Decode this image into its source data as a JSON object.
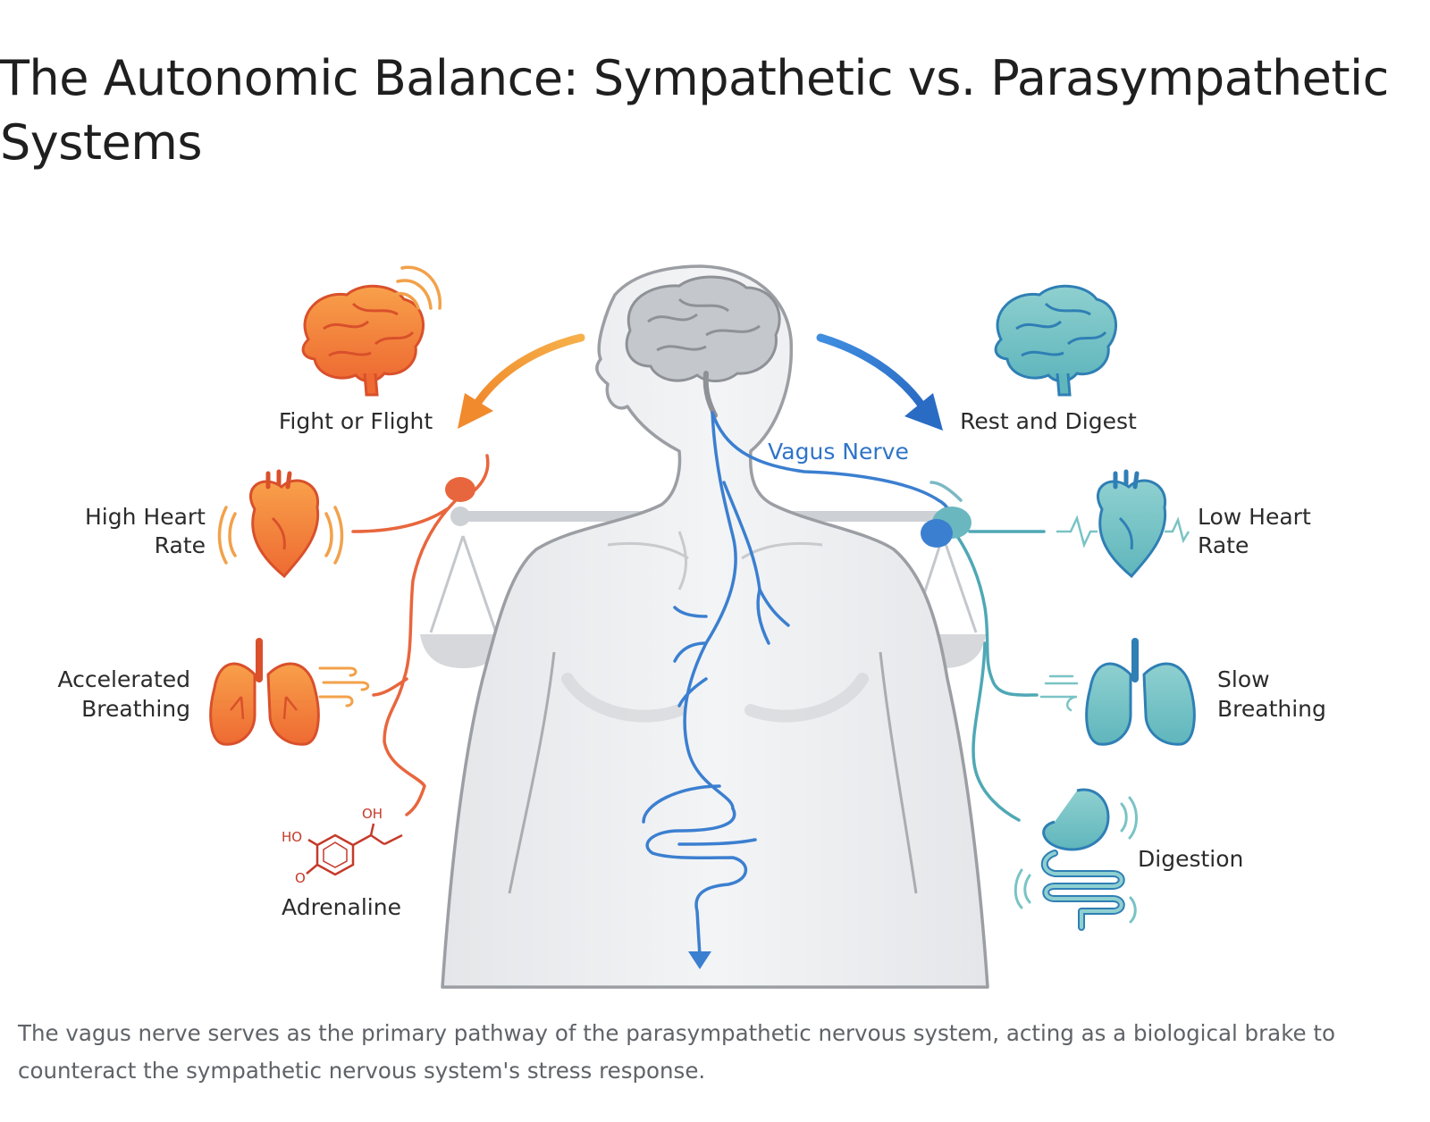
{
  "title": "The Autonomic Balance: Sympathetic vs. Parasympathetic Systems",
  "caption": "The vagus nerve serves as the primary pathway of the parasympathetic nervous system, acting as a biological brake to counteract the sympathetic nervous system's stress response.",
  "sympathetic": {
    "color": "#e8663d",
    "header": "Fight or Flight",
    "items": [
      {
        "label_lines": [
          "High Heart",
          "Rate"
        ],
        "icon": "heart-icon"
      },
      {
        "label_lines": [
          "Accelerated",
          "Breathing"
        ],
        "icon": "lungs-icon"
      },
      {
        "label_lines": [
          "Adrenaline"
        ],
        "icon": "adrenaline-molecule-icon",
        "chem_labels": [
          "HO",
          "OH",
          "O"
        ]
      }
    ]
  },
  "parasympathetic": {
    "color": "#4fa8b5",
    "header": "Rest and Digest",
    "nerve_label": "Vagus Nerve",
    "nerve_color": "#3b7fd0",
    "items": [
      {
        "label_lines": [
          "Low Heart",
          "Rate"
        ],
        "icon": "heart-icon"
      },
      {
        "label_lines": [
          "Slow",
          "Breathing"
        ],
        "icon": "lungs-icon"
      },
      {
        "label_lines": [
          "Digestion"
        ],
        "icon": "digestion-icon"
      }
    ]
  }
}
